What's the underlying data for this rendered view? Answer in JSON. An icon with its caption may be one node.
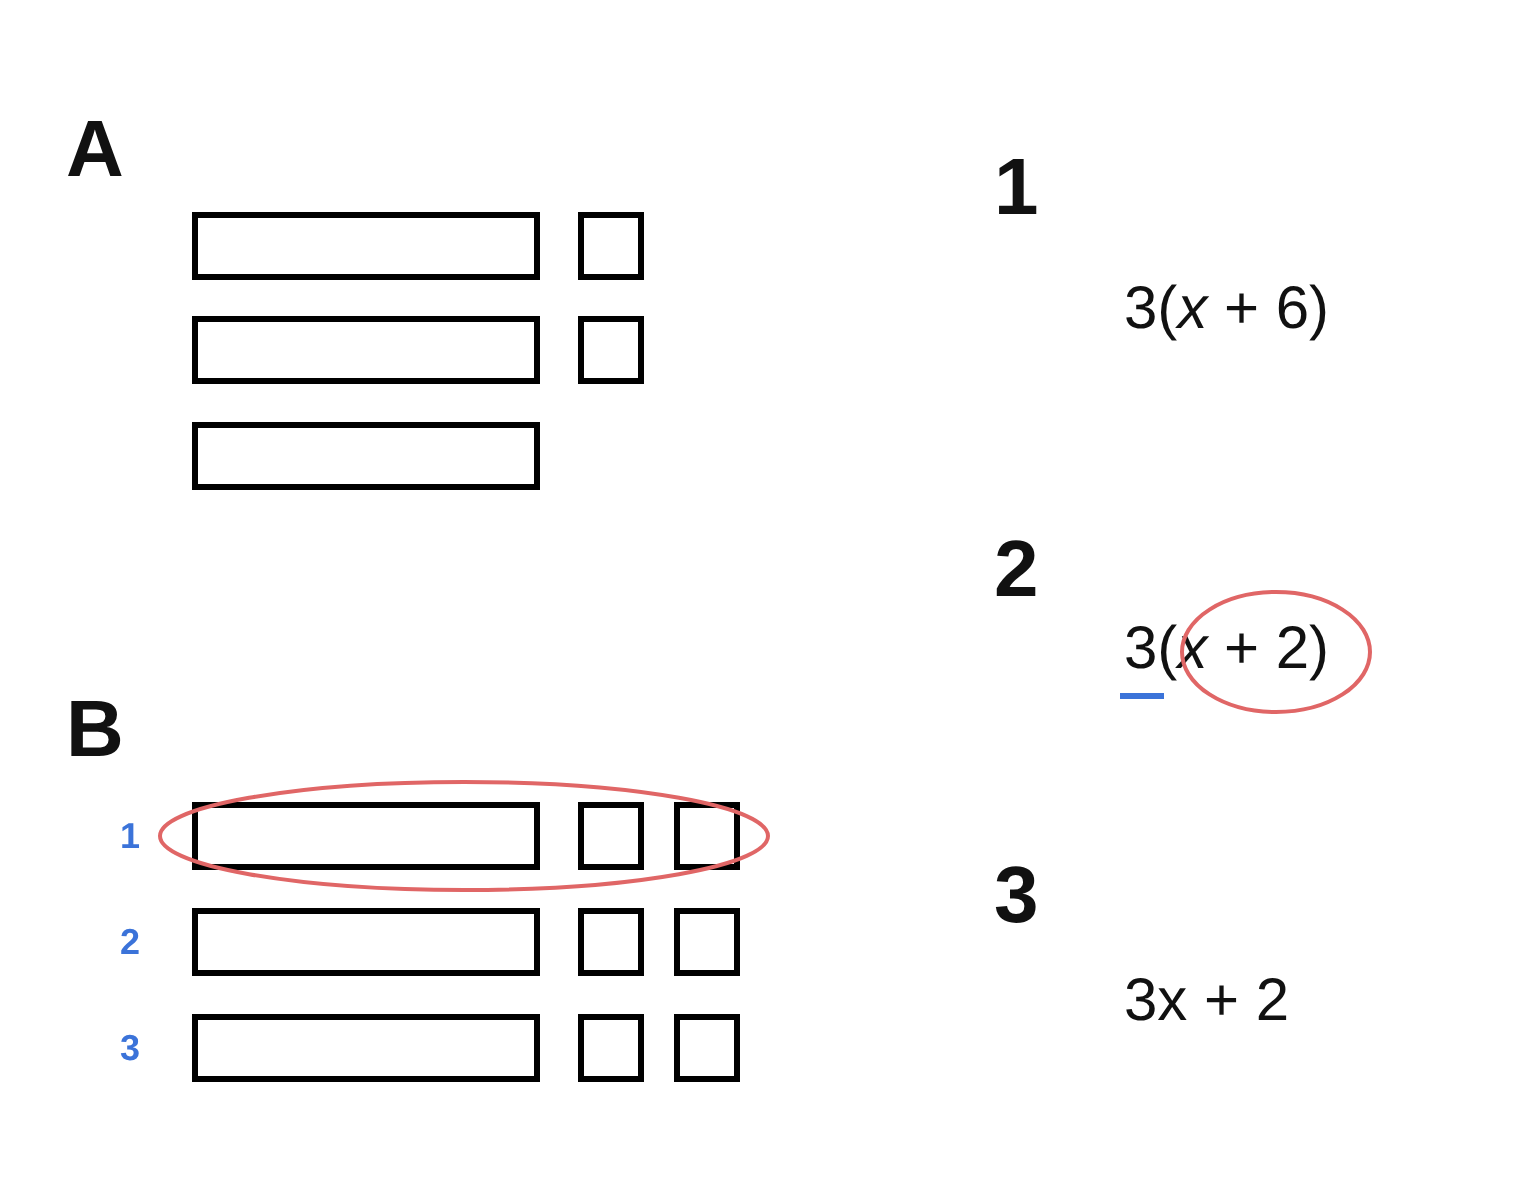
{
  "diagram": {
    "nodes": [
      {
        "text": [],
        "shape": "bar"
      },
      {
        "text": [],
        "shape": "box"
      },
      {
        "text": [],
        "shape": "bar"
      },
      {
        "text": [],
        "shape": "box"
      },
      {
        "text": [],
        "shape": "bar"
      },
      {
        "text": [],
        "shape": "bar"
      },
      {
        "text": [],
        "shape": "box"
      },
      {
        "text": [],
        "shape": "box"
      },
      {
        "text": [],
        "shape": "bar"
      },
      {
        "text": [],
        "shape": "box"
      },
      {
        "text": [],
        "shape": "box"
      },
      {
        "text": [],
        "shape": "bar"
      },
      {
        "text": [],
        "shape": "box"
      },
      {
        "text": [],
        "shape": "box"
      }
    ],
    "labels": [
      "A",
      "1",
      "3(*x* + 6)",
      "2",
      "3(*x* + 2)",
      "B",
      "1",
      "2",
      "3",
      "3",
      "3x + 2"
    ]
  }
}
